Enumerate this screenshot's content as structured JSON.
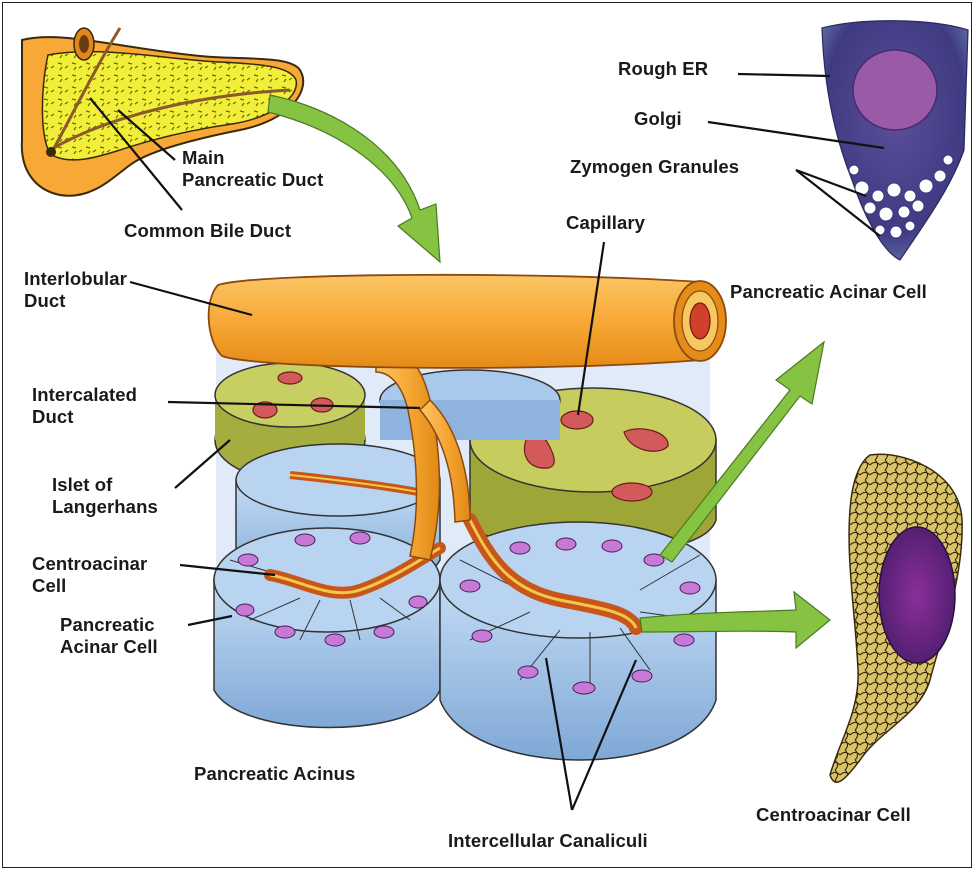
{
  "labels": {
    "main_duct": [
      "Main",
      "Pancreatic Duct"
    ],
    "common_bile_duct": "Common Bile Duct",
    "interlobular_duct": [
      "Interlobular",
      "Duct"
    ],
    "intercalated_duct": [
      "Intercalated",
      "Duct"
    ],
    "islet": [
      "Islet of",
      "Langerhans"
    ],
    "centroacinar_left": [
      "Centroacinar",
      "Cell"
    ],
    "acinar_left": [
      "Pancreatic",
      "Acinar Cell"
    ],
    "pancreatic_acinus": "Pancreatic Acinus",
    "capillary": "Capillary",
    "rough_er": "Rough ER",
    "golgi": "Golgi",
    "zymogen": "Zymogen Granules",
    "acinar_right": "Pancreatic Acinar Cell",
    "centroacinar_right": "Centroacinar Cell",
    "canaliculi": "Intercellular Canaliculi"
  },
  "colors": {
    "pancreas": "#f2ef3a",
    "duct": "#f7a836",
    "islet": "#bcc55a",
    "acinar": "#a8c8ec",
    "nucleus": "#c67ad6",
    "canal": "#c8561a",
    "arrow": "#86c342",
    "acinar_cell_detail": "#5a4f9a",
    "centroacinar_cell": "#c9b35a"
  }
}
